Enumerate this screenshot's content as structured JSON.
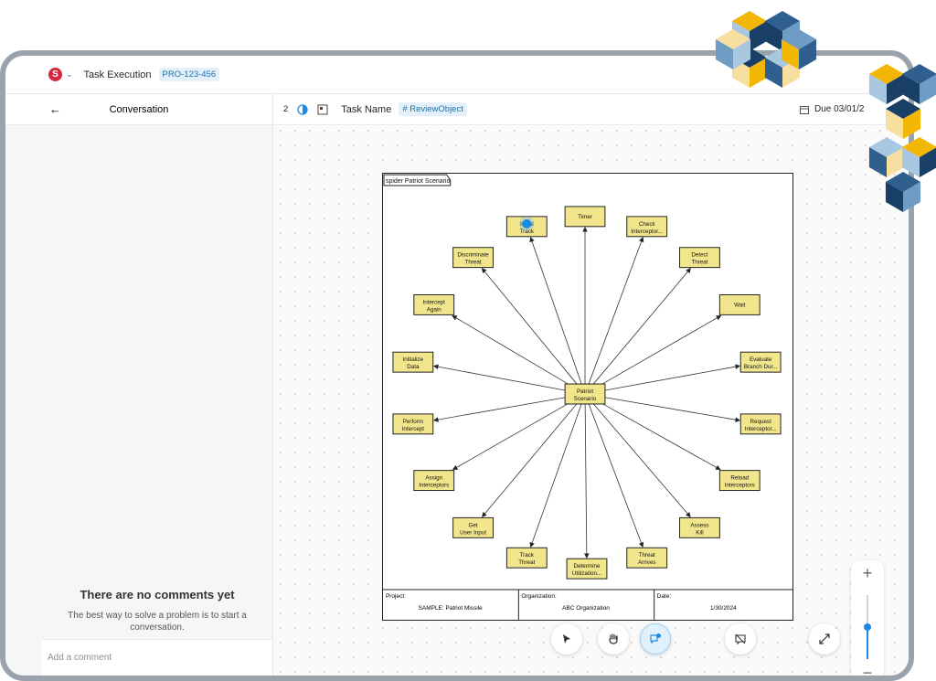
{
  "header": {
    "breadcrumb": "Task Execution",
    "task_id": "PRO-123-456"
  },
  "sidebar": {
    "title": "Conversation",
    "empty_title": "There are no comments yet",
    "empty_text": "The best way to solve a problem is to start a conversation.",
    "comment_placeholder": "Add a comment"
  },
  "canvas_header": {
    "count": "2",
    "task_name": "Task Name",
    "tag": "# ReviewObject",
    "due": "Due 03/01/2"
  },
  "diagram": {
    "frame_title": "spider Patriot Scenario",
    "center": "Patriot Scenario",
    "nodes": {
      "initial_track": "Initial Track",
      "timer": "Timer",
      "check_interceptor": "Check Interceptor...",
      "discriminate_threat": "Discriminate Threat",
      "detect_threat": "Detect Threat",
      "intercept_again": "Intercept Again",
      "wait": "Wait",
      "initialize_data": "Initialize Data",
      "evaluate_branch": "Evaluate Branch Dur...",
      "perform_intercept": "Perform Intercept",
      "request_interceptor": "Request Interceptor...",
      "assign_interceptors": "Assign Interceptors",
      "reload_interceptors": "Reload Interceptors",
      "get_user_input": "Get User Input",
      "assess_kill": "Assess Kill",
      "track_threat": "Track Threat",
      "determine_utilization": "Determine Utilization...",
      "threat_arrives": "Threat Arrives"
    },
    "footer": {
      "project_label": "Project:",
      "project_value": "SAMPLE: Patriot Missile",
      "org_label": "Organization:",
      "org_value": "ABC Organization",
      "date_label": "Date:",
      "date_value": "1/30/2024"
    }
  },
  "zoom": {
    "plus": "+",
    "minus": "−",
    "level": 0.5
  },
  "colors": {
    "node_fill": "#f2e68c",
    "accent": "#1e88e5",
    "brand_red": "#d7263d"
  }
}
